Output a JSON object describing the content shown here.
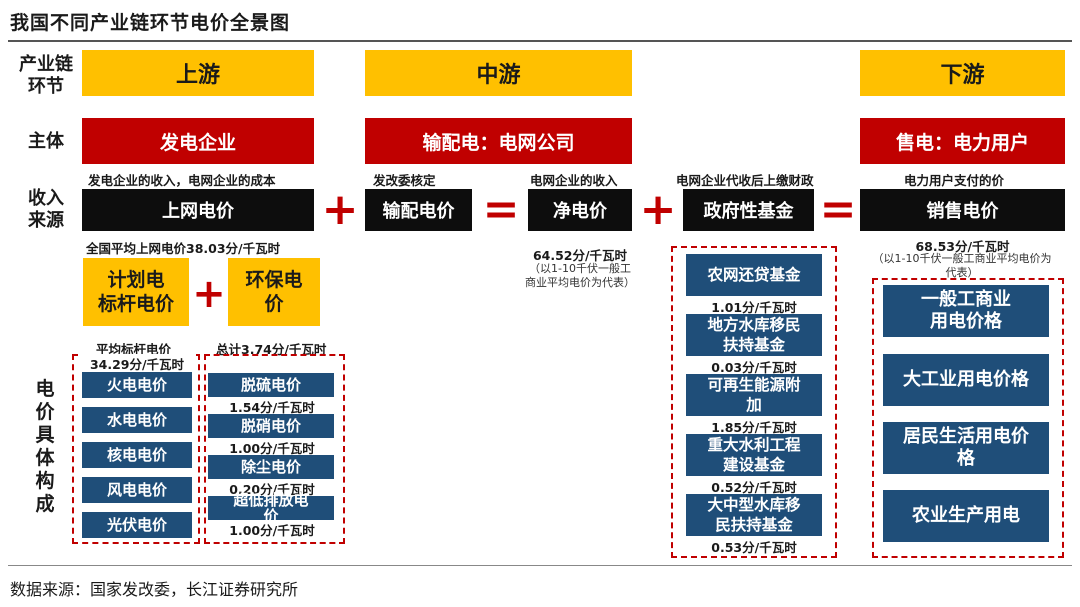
{
  "title": "我国不同产业链环节电价全景图",
  "source": "数据来源：国家发改委，长江证券研究所",
  "row_labels": {
    "chain": [
      "产业链",
      "环节"
    ],
    "entity": "主体",
    "income": [
      "收入",
      "来源"
    ],
    "detail": [
      "电",
      "价",
      "具",
      "体",
      "构",
      "成"
    ]
  },
  "stages": {
    "up": "上游",
    "mid": "中游",
    "down": "下游"
  },
  "entities": {
    "gen": "发电企业",
    "grid": "输配电：电网公司",
    "sale": "售电：电力用户"
  },
  "income": {
    "gen_sub": "发电企业的收入，电网企业的成本",
    "gen_box": "上网电价",
    "gen_avg": "全国平均上网电价38.03分/千瓦时",
    "trans_sub": "发改委核定",
    "trans_box": "输配电价",
    "net_sub": "电网企业的收入",
    "net_box": "净电价",
    "net_val": "64.52分/千瓦时",
    "net_note": [
      "（以1-10千伏一般工",
      "商业平均电价为代表）"
    ],
    "gov_sub": "电网企业代收后上缴财政",
    "gov_box": "政府性基金",
    "sale_sub": "电力用户支付的价",
    "sale_box": "销售电价",
    "sale_val": "68.53分/千瓦时",
    "sale_note": [
      "（以1-10千伏一般工商业平均电价为",
      "代表）"
    ]
  },
  "operators": {
    "plus": "+",
    "equals": "="
  },
  "upstream": {
    "bench_box": [
      "计划电",
      "标杆电价"
    ],
    "env_box": [
      "环保电",
      "价"
    ],
    "bench_sub": "平均标杆电价",
    "bench_val": "34.29分/千瓦时",
    "env_total": "总计3.74分/千瓦时",
    "bench_items": [
      "火电电价",
      "水电电价",
      "核电电价",
      "风电电价",
      "光伏电价"
    ],
    "env_items": [
      {
        "label": [
          "脱硫电价"
        ],
        "value": "1.54分/千瓦时"
      },
      {
        "label": [
          "脱硝电价"
        ],
        "value": "1.00分/千瓦时"
      },
      {
        "label": [
          "除尘电价"
        ],
        "value": "0.20分/千瓦时"
      },
      {
        "label": [
          "超低排放电",
          "价"
        ],
        "value": "1.00分/千瓦时"
      }
    ]
  },
  "funds": [
    {
      "label": [
        "农网还贷基金"
      ],
      "value": "1.01分/千瓦时"
    },
    {
      "label": [
        "地方水库移民",
        "扶持基金"
      ],
      "value": "0.03分/千瓦时"
    },
    {
      "label": [
        "可再生能源附",
        "加"
      ],
      "value": "1.85分/千瓦时"
    },
    {
      "label": [
        "重大水利工程",
        "建设基金"
      ],
      "value": "0.52分/千瓦时"
    },
    {
      "label": [
        "大中型水库移",
        "民扶持基金"
      ],
      "value": "0.53分/千瓦时"
    }
  ],
  "sales_items": [
    [
      "一般工商业",
      "用电价格"
    ],
    [
      "大工业用电价格"
    ],
    [
      "居民生活用电价",
      "格"
    ],
    [
      "农业生产用电"
    ]
  ],
  "colors": {
    "yellow": "#ffc000",
    "red": "#c00000",
    "black": "#0d0d0d",
    "blue": "#1f4e79"
  }
}
